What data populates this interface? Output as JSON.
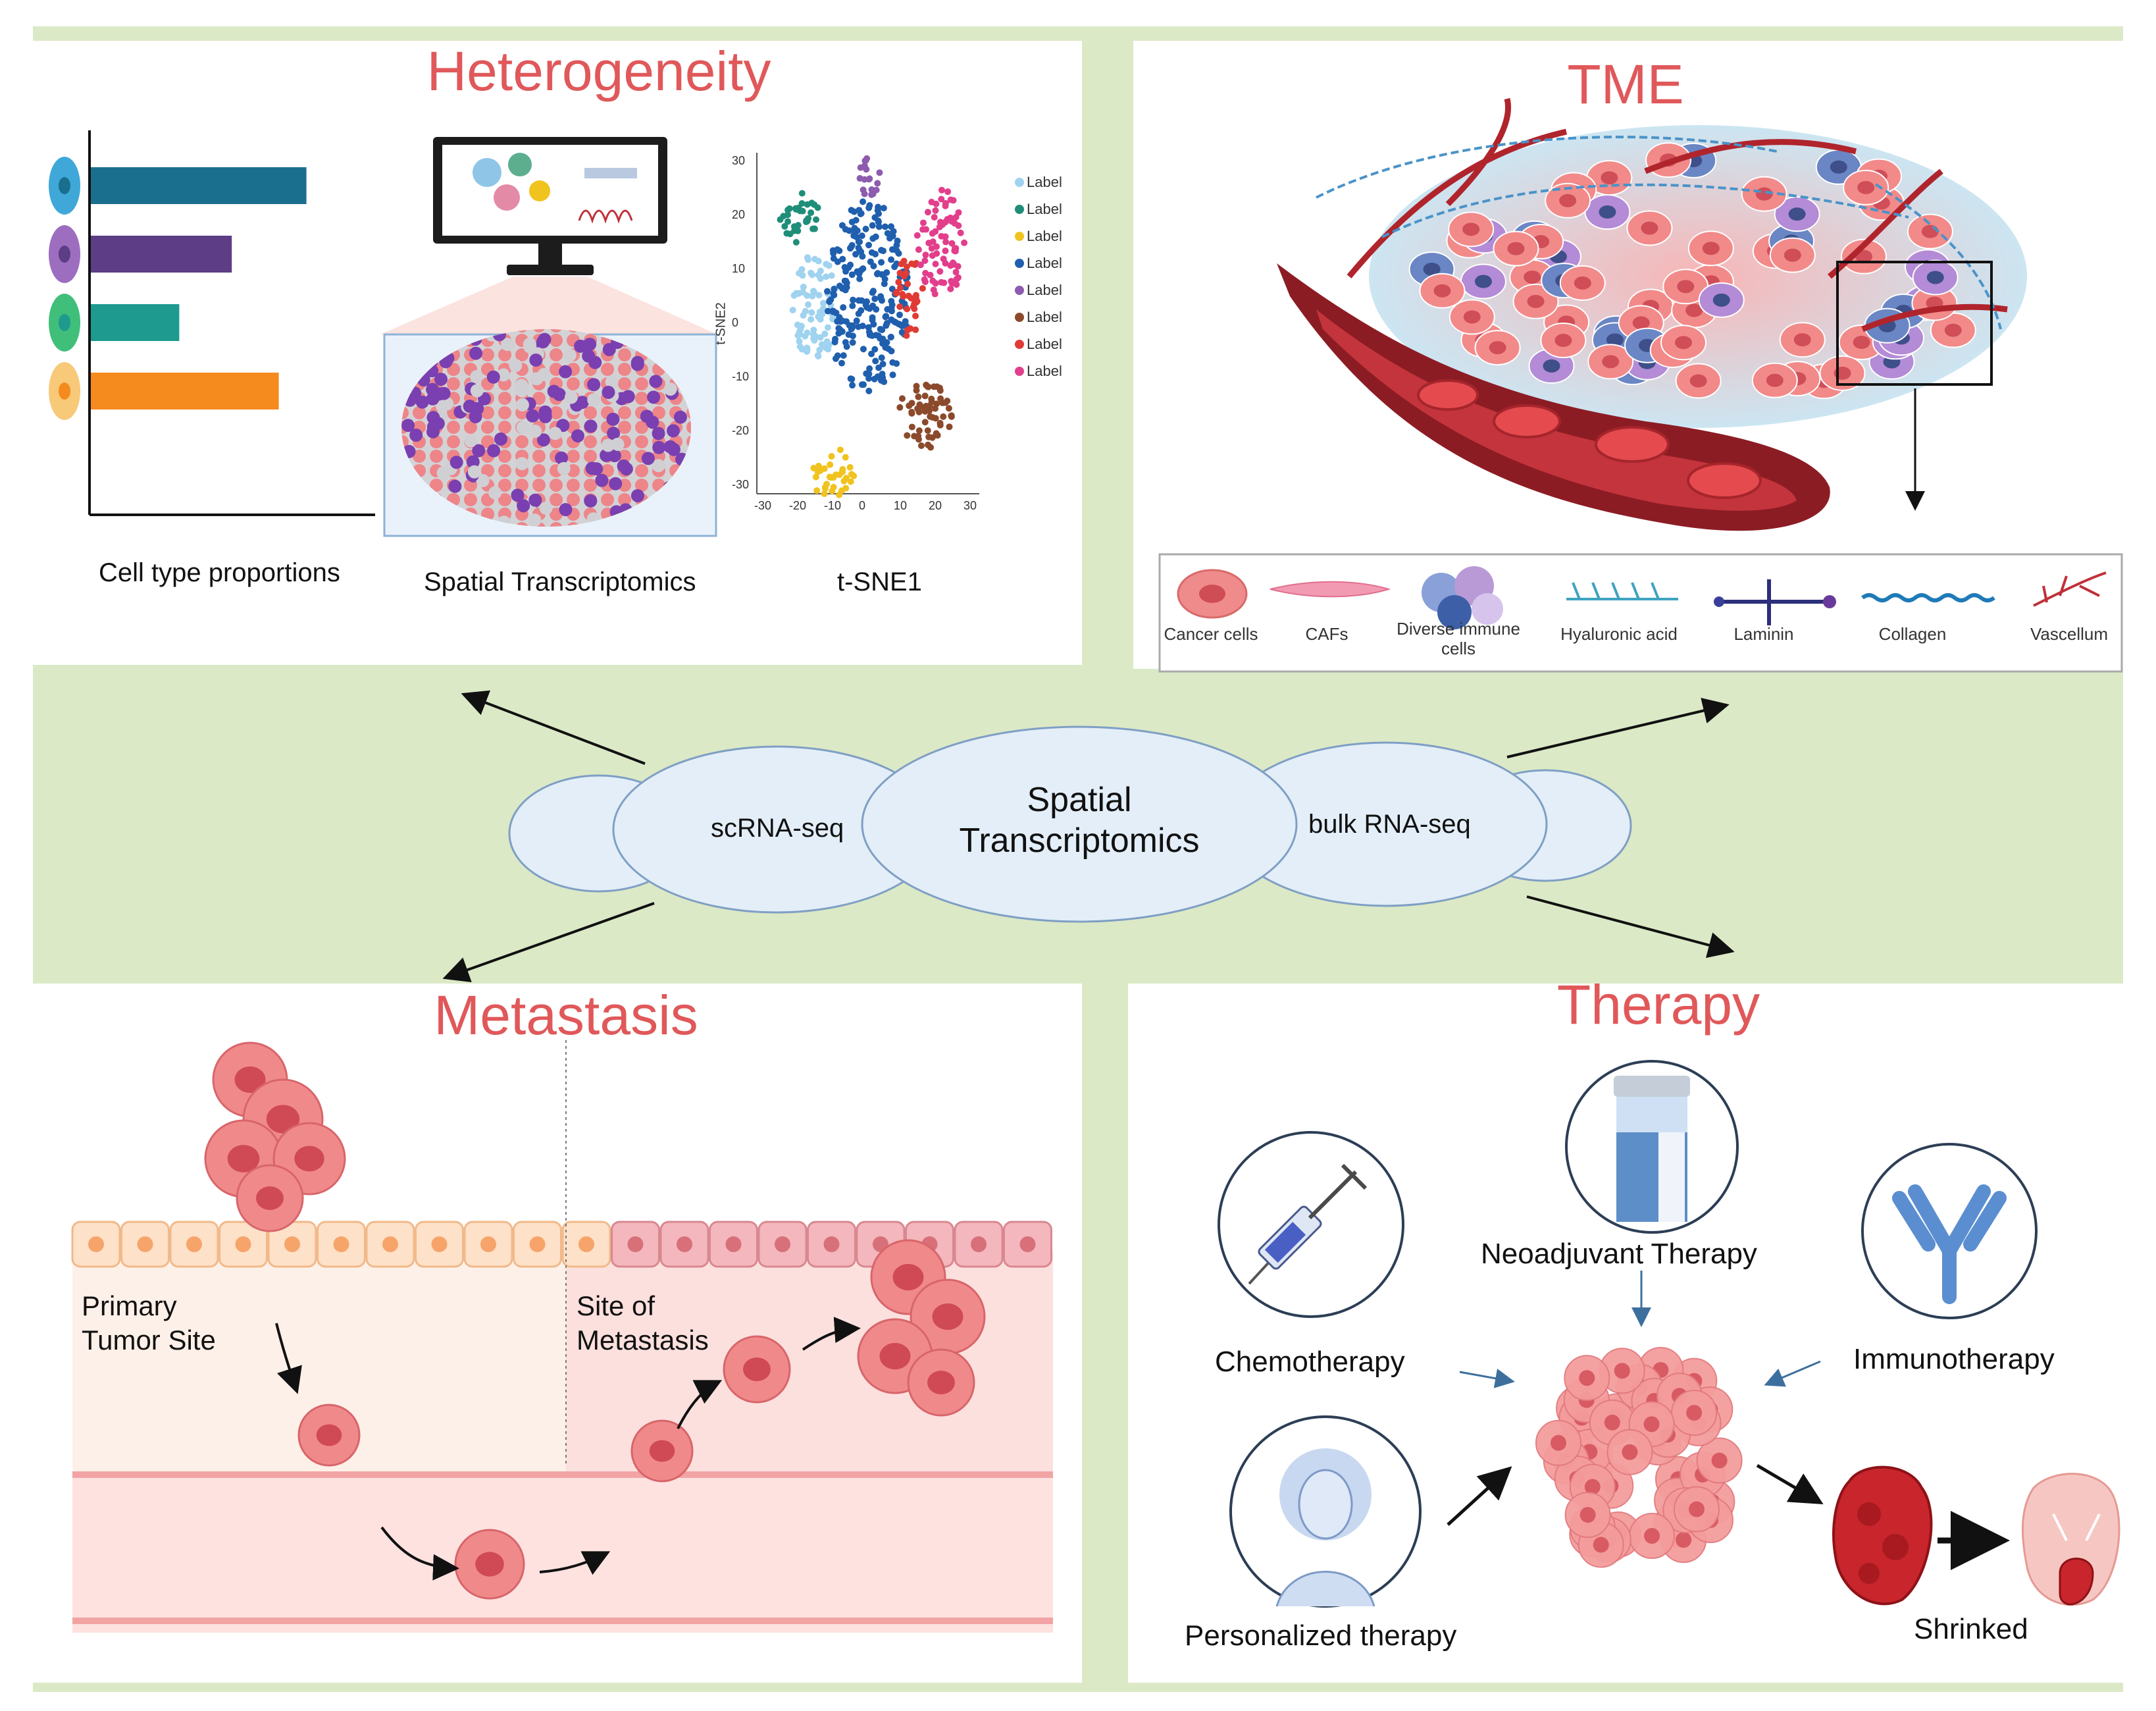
{
  "colors": {
    "background_green": "#dce9c6",
    "title_red": "#e0585a",
    "cloud_fill": "#e3eef8",
    "cloud_stroke": "#7f9fc4"
  },
  "center": {
    "left_cloud": "scRNA-seq",
    "center_cloud": "Spatial\nTranscriptomics",
    "right_cloud": "bulk RNA-seq"
  },
  "heterogeneity": {
    "title": "Heterogeneity",
    "bar_caption": "Cell type proportions",
    "spatial_caption": "Spatial Transcriptomics",
    "tsne_caption": "t-SNE1"
  },
  "bar_chart": {
    "values": [
      0.78,
      0.51,
      0.32,
      0.68
    ],
    "colors": [
      "#1b6f8e",
      "#5c3d86",
      "#1e9a8e",
      "#f58a1f"
    ],
    "cell_icon_colors": [
      "#3fa8d8",
      "#9d6ec0",
      "#3fbf7a",
      "#f7c978"
    ]
  },
  "tsne": {
    "ylabel": "t-SNE2",
    "x_ticks": [
      "-30",
      "-20",
      "-10",
      "0",
      "10",
      "20",
      "30"
    ],
    "y_ticks": [
      "30",
      "20",
      "10",
      "0",
      "-10",
      "-20",
      "-30"
    ],
    "legend": [
      {
        "label": "Label",
        "color": "#9fd3ef"
      },
      {
        "label": "Label",
        "color": "#1e8e79"
      },
      {
        "label": "Label",
        "color": "#f0c31e"
      },
      {
        "label": "Label",
        "color": "#1f5fae"
      },
      {
        "label": "Label",
        "color": "#8d5cae"
      },
      {
        "label": "Label",
        "color": "#8b4a2b"
      },
      {
        "label": "Label",
        "color": "#e03b35"
      },
      {
        "label": "Label",
        "color": "#e23e8c"
      }
    ]
  },
  "tme": {
    "title": "TME",
    "legend": [
      {
        "label": "Cancer cells",
        "icon": "cancer-cell-icon"
      },
      {
        "label": "CAFs",
        "icon": "caf-icon"
      },
      {
        "label": "Diverse immune\ncells",
        "icon": "immune-cells-icon"
      },
      {
        "label": "Hyaluronic acid",
        "icon": "hyaluronic-acid-icon"
      },
      {
        "label": "Laminin",
        "icon": "laminin-icon"
      },
      {
        "label": "Collagen",
        "icon": "collagen-icon"
      },
      {
        "label": "Vascellum",
        "icon": "vessel-icon"
      }
    ]
  },
  "metastasis": {
    "title": "Metastasis",
    "primary_site": "Primary\nTumor Site",
    "metastasis_site": "Site of\nMetastasis"
  },
  "therapy": {
    "title": "Therapy",
    "neoadjuvant": "Neoadjuvant Therapy",
    "chemotherapy": "Chemotherapy",
    "immunotherapy": "Immunotherapy",
    "personalized": "Personalized therapy",
    "shrinked": "Shrinked"
  }
}
